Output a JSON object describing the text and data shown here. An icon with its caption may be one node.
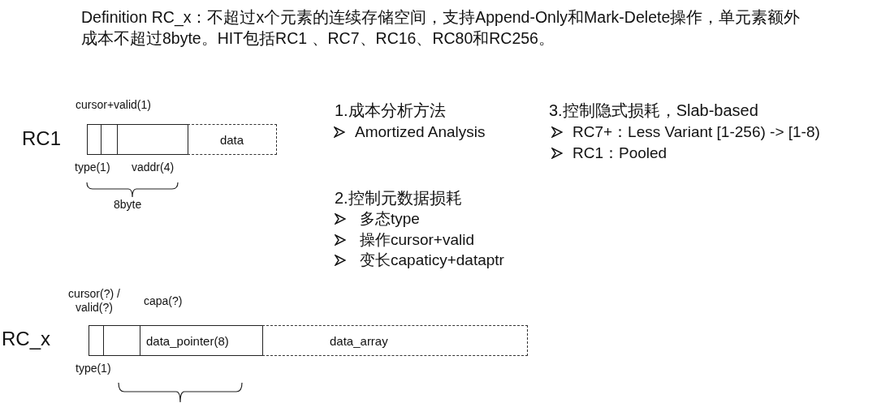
{
  "diagram": {
    "title": "Definition RC_x：不超过x个元素的连续存储空间，支持Append-Only和Mark-Delete操作，单元素额外成本不超过8byte。HIT包括RC1 、RC7、RC16、RC80和RC256。",
    "nodes": [
      {
        "text": [],
        "shape": "box"
      },
      {
        "text": [],
        "shape": "box"
      },
      {
        "text": [],
        "shape": "box"
      },
      {
        "text": [
          "data"
        ]
      },
      {
        "text": [],
        "shape": "box"
      },
      {
        "text": [],
        "shape": "box"
      },
      {
        "text": [
          "data_pointer(8)"
        ]
      },
      {
        "text": [
          "data_array"
        ]
      }
    ],
    "labels": [
      "RC1",
      "cursor+valid(1)",
      "type(1)",
      "vaddr(4)",
      "8byte",
      "1.成本分析方法",
      "Amortized Analysis",
      "3.控制隐式损耗，Slab-based",
      "RC7+：Less Variant [1-256) -> [1-8)",
      "RC1：Pooled",
      "2.控制元数据损耗",
      "多态type",
      "操作cursor+valid",
      "变长capaticy+dataptr",
      "cursor(?) / valid(?)",
      "capa(?)",
      "RC_x",
      "type(1)"
    ]
  }
}
